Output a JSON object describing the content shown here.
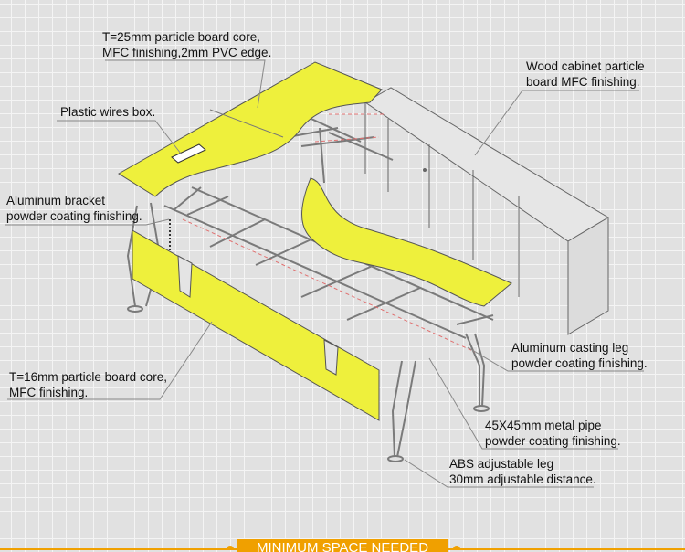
{
  "labels": {
    "top_board": [
      "T=25mm particle board core,",
      "MFC finishing,2mm PVC edge."
    ],
    "wires_box": [
      "Plastic wires box."
    ],
    "cabinet": [
      "Wood cabinet particle",
      "board MFC finishing."
    ],
    "bracket": [
      "Aluminum bracket",
      "powder coating finishing."
    ],
    "modesty_panel": [
      "T=16mm particle board core,",
      "MFC finishing."
    ],
    "casting_leg": [
      "Aluminum casting leg",
      "powder coating finishing."
    ],
    "metal_pipe": [
      "45X45mm metal pipe",
      "powder coating finishing."
    ],
    "abs_leg": [
      "ABS adjustable leg",
      "30mm adjustable distance."
    ]
  },
  "banner": "MINIMUM SPACE NEEDED",
  "colors": {
    "board": "#eef03c",
    "accent": "#f0a000",
    "frame": "#8a8a8a"
  }
}
